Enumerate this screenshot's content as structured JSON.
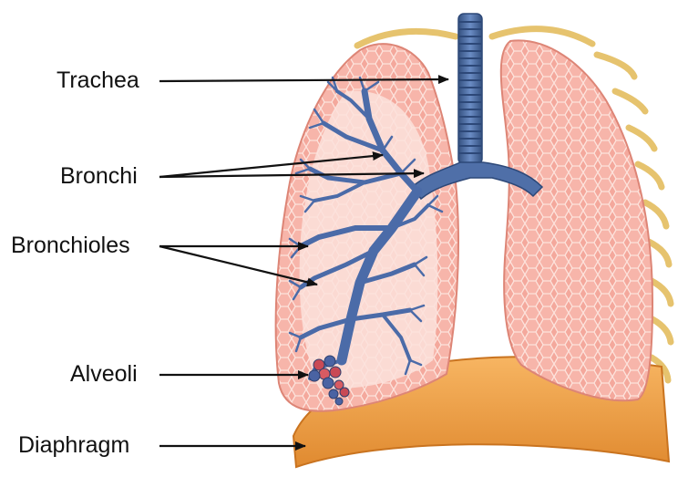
{
  "labels": {
    "trachea": "Trachea",
    "bronchi": "Bronchi",
    "bronchioles": "Bronchioles",
    "alveoli": "Alveoli",
    "diaphragm": "Diaphragm"
  },
  "colors": {
    "lung_fill": "#f4a89c",
    "lung_shade": "#e98a7c",
    "lung_inner": "#fbe2dc",
    "lung_cells": "#fce4de",
    "trachea": "#4f6fa8",
    "trachea_ring": "#2d4878",
    "airway": "#4b6ba8",
    "diaphragm": "#f2a04a",
    "diaphragm_dark": "#d97c25",
    "rib": "#e8c877",
    "arrow": "#111111"
  }
}
